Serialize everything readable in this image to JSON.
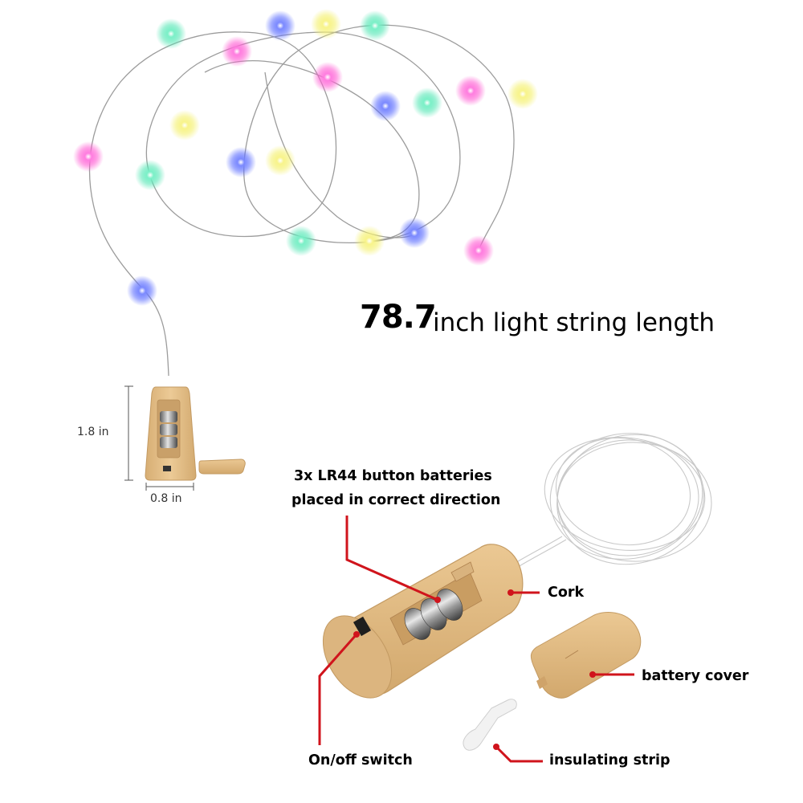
{
  "length_label": {
    "value": "78.7",
    "text": "inch light string length"
  },
  "dimensions": {
    "height": "1.8 in",
    "width": "0.8 in"
  },
  "callouts": {
    "batteries_line1": "3x LR44 button batteries",
    "batteries_line2": "placed in correct direction",
    "cork": "Cork",
    "battery_cover": "battery cover",
    "switch": "On/off switch",
    "insulating_strip": "insulating strip"
  },
  "colors": {
    "cork": "#e0bd89",
    "callout_line": "#d0141c",
    "wire": "#9c9c9c",
    "led_pink": "#ff5ad2",
    "led_blue": "#5a6cff",
    "led_green": "#52e6b4",
    "led_yellow": "#f4f06a"
  }
}
